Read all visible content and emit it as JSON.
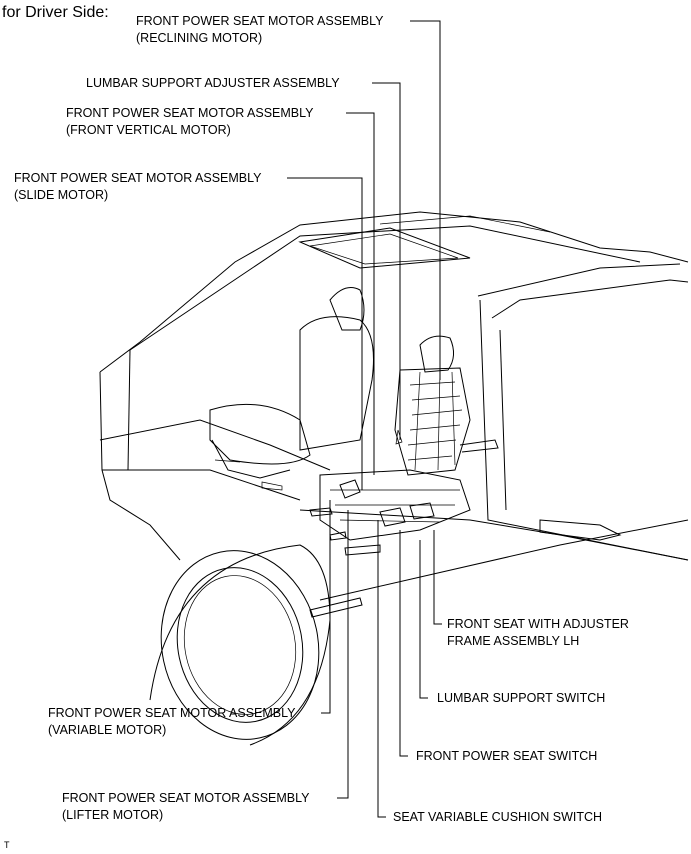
{
  "header": "for Driver Side:",
  "labels": {
    "reclining": [
      "FRONT POWER SEAT MOTOR ASSEMBLY",
      "(RECLINING MOTOR)"
    ],
    "lumbar_adjuster": [
      "LUMBAR SUPPORT ADJUSTER ASSEMBLY"
    ],
    "front_vertical": [
      "FRONT POWER SEAT MOTOR ASSEMBLY",
      "(FRONT VERTICAL MOTOR)"
    ],
    "slide": [
      "FRONT POWER SEAT MOTOR ASSEMBLY",
      "(SLIDE MOTOR)"
    ],
    "frame": [
      "FRONT SEAT WITH ADJUSTER",
      "FRAME ASSEMBLY LH"
    ],
    "lumbar_switch": [
      "LUMBAR SUPPORT SWITCH"
    ],
    "variable": [
      "FRONT POWER SEAT MOTOR ASSEMBLY",
      "(VARIABLE MOTOR)"
    ],
    "seat_switch": [
      "FRONT POWER SEAT SWITCH"
    ],
    "lifter": [
      "FRONT POWER SEAT MOTOR ASSEMBLY",
      "(LIFTER MOTOR)"
    ],
    "cushion_switch": [
      "SEAT VARIABLE CUSHION SWITCH"
    ]
  },
  "footer": "T"
}
